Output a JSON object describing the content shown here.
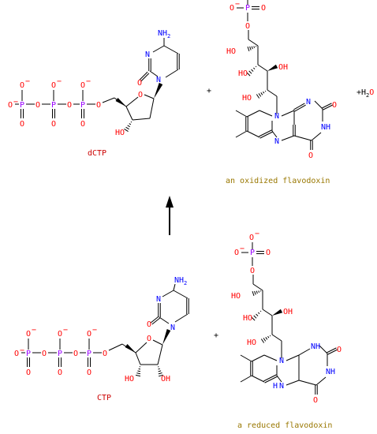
{
  "colors": {
    "bond": "#000000",
    "oxygen": "#ff0000",
    "nitrogen": "#0000ff",
    "phosphorus": "#9900ff",
    "caption_red": "#cc0000",
    "caption_gold": "#997700"
  },
  "atoms": {
    "o_minus": "O",
    "minus": "−",
    "o": "O",
    "p": "P",
    "oh": "HO",
    "oh_r": "OH",
    "n": "N",
    "nh": "NH",
    "hn": "N",
    "h_on_n": "H",
    "nh2": "NH",
    "sub2": "2"
  },
  "plus": "+",
  "water": {
    "h": "+H",
    "sub": "2",
    "o": "O"
  },
  "labels": {
    "dctp": "dCTP",
    "ctp": "CTP",
    "oxidized": "an oxidized flavodoxin",
    "reduced": "a reduced flavodoxin"
  },
  "reaction_arrow": "up"
}
